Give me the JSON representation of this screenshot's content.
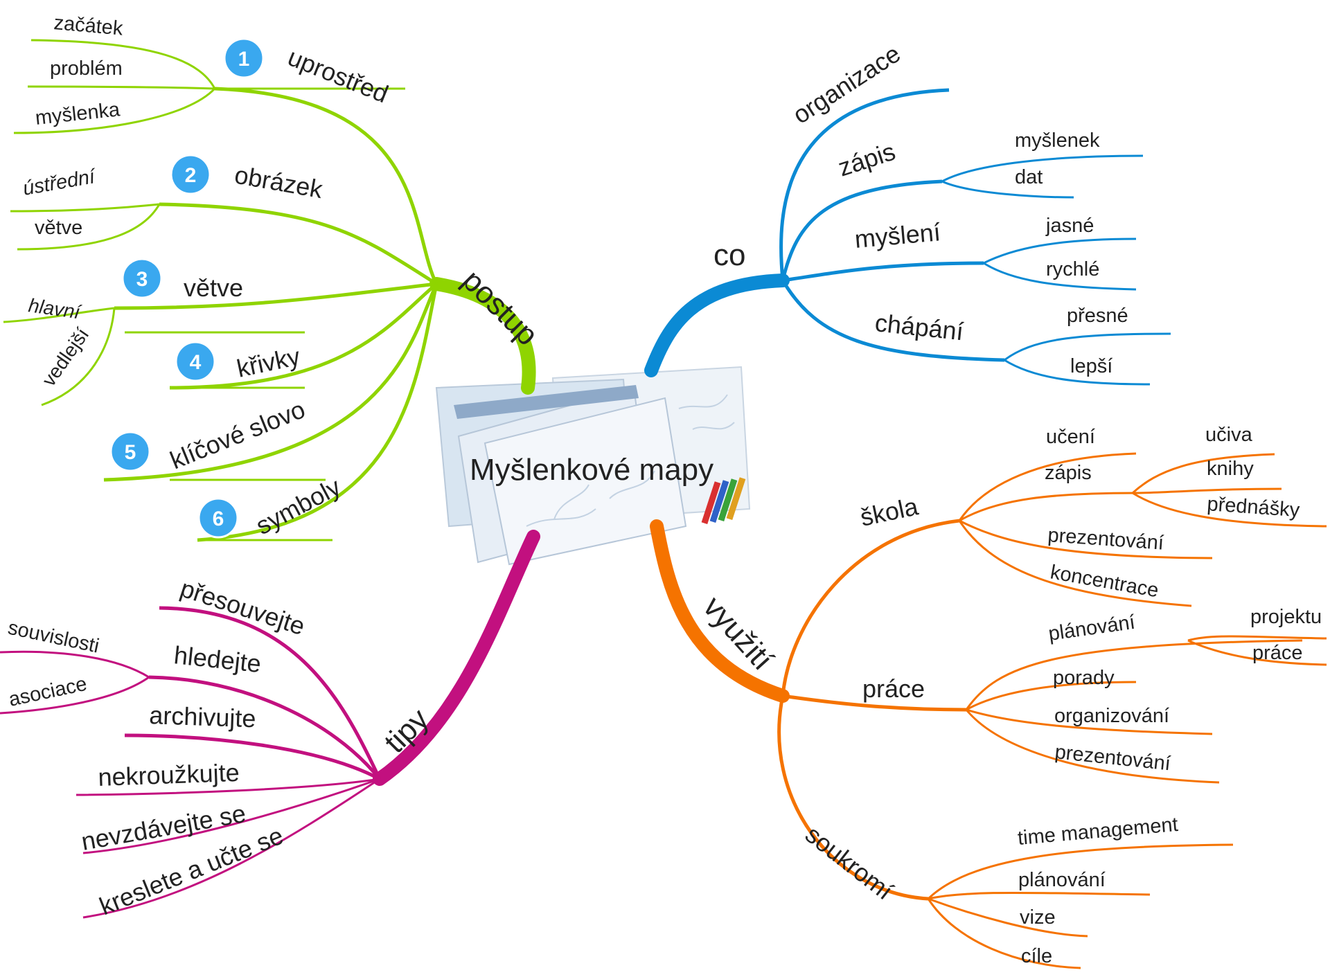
{
  "title": "Myšlenkové mapy",
  "colors": {
    "postup": "#8fd400",
    "co": "#0b8ad4",
    "vyuziti": "#f57300",
    "tipy": "#c2107f",
    "badge": "#3aa8ef"
  },
  "postup": {
    "label": "postup",
    "steps": [
      {
        "num": "1",
        "label": "uprostřed",
        "children": [
          "začátek",
          "problém",
          "myšlenka"
        ]
      },
      {
        "num": "2",
        "label": "obrázek",
        "children": [
          "ústřední",
          "větve"
        ]
      },
      {
        "num": "3",
        "label": "větve",
        "children": [
          "hlavní",
          "vedlejší"
        ]
      },
      {
        "num": "4",
        "label": "křivky"
      },
      {
        "num": "5",
        "label": "klíčové slovo"
      },
      {
        "num": "6",
        "label": "symboly"
      }
    ]
  },
  "co": {
    "label": "co",
    "items": [
      {
        "label": "organizace"
      },
      {
        "label": "zápis",
        "children": [
          "myšlenek",
          "dat"
        ]
      },
      {
        "label": "myšlení",
        "children": [
          "jasné",
          "rychlé"
        ]
      },
      {
        "label": "chápání",
        "children": [
          "přesné",
          "lepší"
        ]
      }
    ]
  },
  "vyuziti": {
    "label": "využití",
    "skola": {
      "label": "škola",
      "items": [
        "učení",
        "zápis",
        "prezentování",
        "koncentrace"
      ],
      "zapis_children": [
        "učiva",
        "knihy",
        "přednášky"
      ]
    },
    "prace": {
      "label": "práce",
      "items": [
        "plánování",
        "porady",
        "organizování",
        "prezentování"
      ],
      "planovani_children": [
        "projektu",
        "práce"
      ]
    },
    "soukromi": {
      "label": "soukromí",
      "items": [
        "time management",
        "plánování",
        "vize",
        "cíle"
      ]
    }
  },
  "tipy": {
    "label": "tipy",
    "items": [
      {
        "label": "přesouvejte"
      },
      {
        "label": "hledejte",
        "children": [
          "souvislosti",
          "asociace"
        ]
      },
      {
        "label": "archivujte"
      },
      {
        "label": "nekroužkujte"
      },
      {
        "label": "nevzdávejte se"
      },
      {
        "label": "kreslete a učte se"
      }
    ]
  }
}
